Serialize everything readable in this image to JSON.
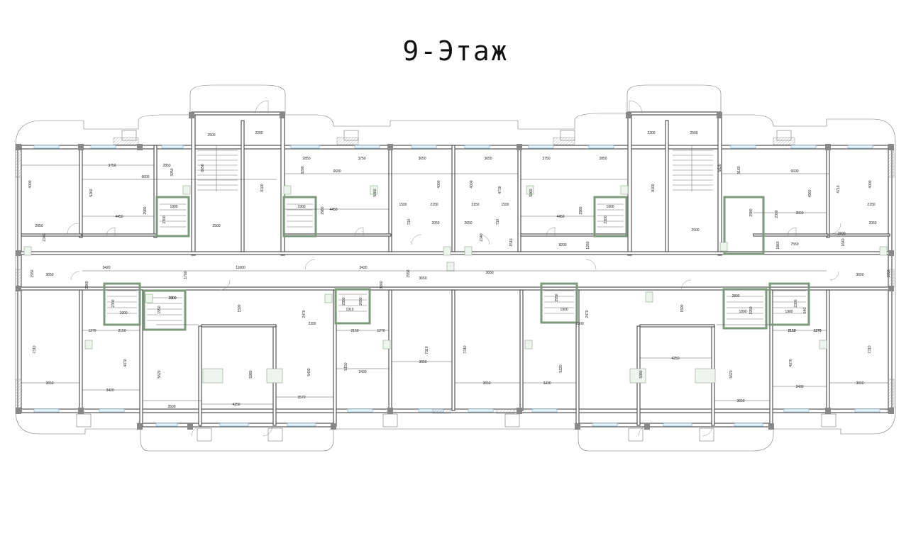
{
  "title": "9-Этаж",
  "dimensions": [
    "2500",
    "2200",
    "2850",
    "3750",
    "3650",
    "3650",
    "3750",
    "2850",
    "2200",
    "2500",
    "3750",
    "2850",
    "3250",
    "6600",
    "3200",
    "6600",
    "3160",
    "6600",
    "4000",
    "5260",
    "5060",
    "4000",
    "4000",
    "4710",
    "5060",
    "4960",
    "4710",
    "4000",
    "6650",
    "8100",
    "8100",
    "5620",
    "4450",
    "4450",
    "4450",
    "3550",
    "1900",
    "1900",
    "1900",
    "2300",
    "2300",
    "2300",
    "2980",
    "2980",
    "2980",
    "2980",
    "2050",
    "2340",
    "2500",
    "2500",
    "1500",
    "2150",
    "2150",
    "1500",
    "2050",
    "2050",
    "2340",
    "2060",
    "710",
    "710",
    "1510",
    "1500",
    "2150",
    "8200",
    "1260",
    "7550",
    "1860",
    "1640",
    "3420",
    "11600",
    "3420",
    "1760",
    "1550",
    "3650",
    "3650",
    "1550",
    "3650",
    "3650",
    "1550",
    "2960",
    "2300",
    "1900",
    "1950",
    "2800",
    "1590",
    "2470",
    "2300",
    "2350",
    "1910",
    "2650",
    "3000",
    "2800",
    "1590",
    "2470",
    "2300",
    "2550",
    "1900",
    "2800",
    "1800",
    "1950",
    "1900",
    "2300",
    "1270",
    "2150",
    "2150",
    "1270",
    "2150",
    "1270",
    "2150",
    "1270",
    "7310",
    "4070",
    "5620",
    "5980",
    "5400",
    "5150",
    "7310",
    "7310",
    "5220",
    "5980",
    "5620",
    "4070",
    "7310",
    "640",
    "3650",
    "3420",
    "3500",
    "4250",
    "3570",
    "3430",
    "3650",
    "3650",
    "3430",
    "4250",
    "3650",
    "3430",
    "3650"
  ]
}
